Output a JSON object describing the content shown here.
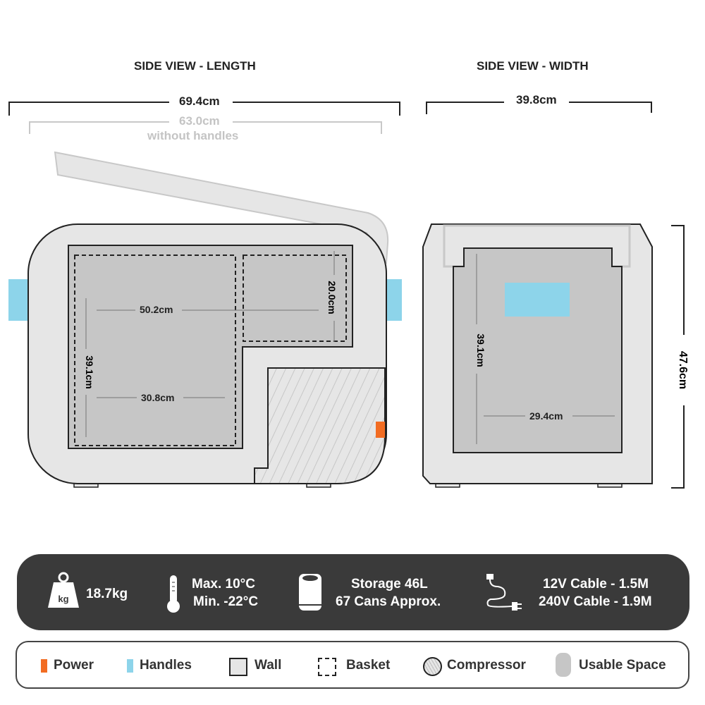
{
  "titles": {
    "length": "SIDE VIEW - LENGTH",
    "width": "SIDE VIEW - WIDTH"
  },
  "dimensions": {
    "overall_length": "69.4cm",
    "length_no_handles": "63.0cm",
    "without_handles": "without handles",
    "overall_width": "39.8cm",
    "overall_height": "47.6cm",
    "inner_length": "50.2cm",
    "inner_lower_length": "30.8cm",
    "inner_height": "39.1cm",
    "upper_height": "20.0cm",
    "width_view_height": "39.1cm",
    "width_view_width": "29.4cm"
  },
  "specs": {
    "weight": "18.7kg",
    "weight_icon_label": "kg",
    "temp_max": "Max. 10°C",
    "temp_min": "Min. -22°C",
    "storage": "Storage 46L",
    "cans": "67 Cans Approx.",
    "cable_12v": "12V Cable - 1.5M",
    "cable_240v": "240V Cable - 1.9M"
  },
  "legend": [
    {
      "label": "Power",
      "color": "#f26c22"
    },
    {
      "label": "Handles",
      "color": "#8dd4ea"
    },
    {
      "label": "Wall"
    },
    {
      "label": "Basket"
    },
    {
      "label": "Compressor"
    },
    {
      "label": "Usable Space"
    }
  ]
}
